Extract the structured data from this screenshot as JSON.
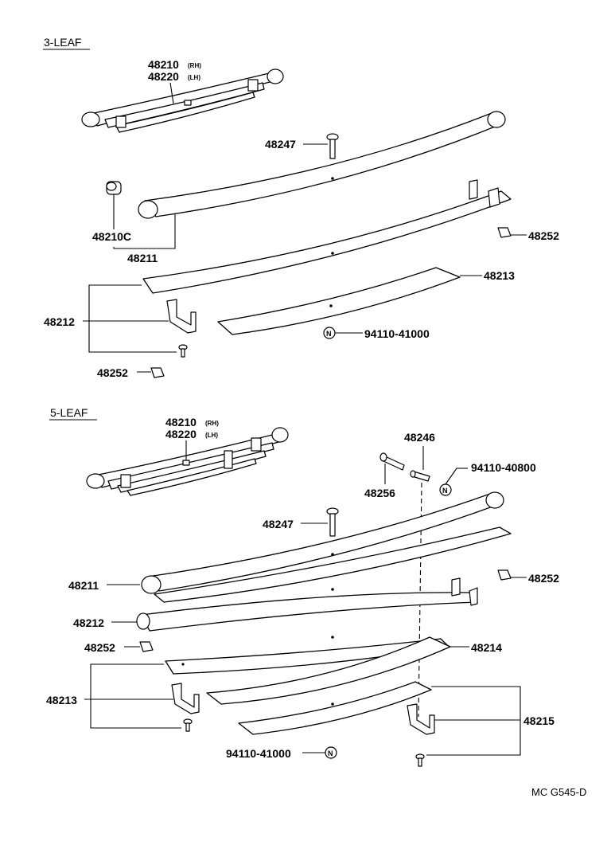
{
  "sections": {
    "three_leaf": "3-LEAF",
    "five_leaf": "5-LEAF"
  },
  "three_leaf": {
    "assembly_rh": "48210",
    "assembly_rh_suffix": "(RH)",
    "assembly_lh": "48220",
    "assembly_lh_suffix": "(LH)",
    "bolt": "48247",
    "bushing": "48210C",
    "leaf_1": "48211",
    "leaf_2": "48212",
    "leaf_3": "48213",
    "clip_plate_right": "48252",
    "clip_plate_left": "48252",
    "nut": "94110-41000",
    "nut_symbol": "N"
  },
  "five_leaf": {
    "assembly_rh": "48210",
    "assembly_rh_suffix": "(RH)",
    "assembly_lh": "48220",
    "assembly_lh_suffix": "(LH)",
    "rivet": "48246",
    "bolt_long": "48256",
    "nut_small": "94110-40800",
    "nut_small_symbol": "N",
    "bolt": "48247",
    "leaf_1": "48211",
    "leaf_2": "48212",
    "leaf_3": "48213",
    "leaf_4": "48214",
    "leaf_5": "48215",
    "clip_plate_right": "48252",
    "clip_plate_left": "48252",
    "nut": "94110-41000",
    "nut_symbol": "N"
  },
  "footer_code": "MC  G545-D"
}
